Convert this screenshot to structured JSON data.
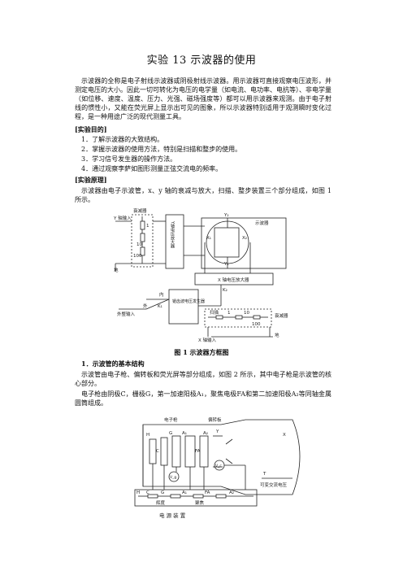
{
  "title": "实验 13    示波器的使用",
  "intro": "示波器的全称是电子射线示波器或阴极射线示波器。用示波器可直接观察电压波形，并测定电压的大小。因此一切可转化为电压的电学量（如电流、电功率、电抗等）、非电学量（如位移、速度、温度、压力、光强、磁场强度等）都可以用示波器来观测。由于电子射线的惯性小，又能在荧光屏上显示出可见的图象，所以示波器特别适用于观测瞬时变化过程，是一种用途广泛的现代测量工具。",
  "purpose_heading": "[实验目的]",
  "purposes": [
    "1．了解示波器的大致结构。",
    "2．掌握示波器的使用方法，特别是扫描和整步的使用。",
    "3．学习信号发生器的操作方法。",
    "4．通过观察李萨如图形测量正弦交流电的频率。"
  ],
  "principle_heading": "[实验原理]",
  "principle_text": "示波器由电子示波管，x、y 轴的衰减与放大，扫描、整步装置三个部分组成，如图 1 所示。",
  "figure1": {
    "caption": "图 1    示波器方框图",
    "labels": {
      "attenuator_top": "衰减器",
      "y_input": "Y 轴输入",
      "y_amp": "Y轴电压放大器",
      "scope": "示波器",
      "y2": "Y₂",
      "y1": "Y₁",
      "x1": "X₁",
      "x2": "X₂",
      "x_amp": "X 轴电压放大器",
      "k2": "K₂",
      "k1": "K₁",
      "inner": "内",
      "outer": "外",
      "ext_input": "外整输入",
      "sweep": "锯齿波电压发生器",
      "x_input": "X 轴输入",
      "attenuator_side": "衰减器",
      "ground": "地",
      "ground2": "地",
      "r1": "1",
      "r10": "10",
      "r100": "100",
      "sw_a": "扫描",
      "sw_b": "1",
      "sw_c": "10",
      "sw_d": "100"
    }
  },
  "sec1_heading": "1．示波管的基本结构",
  "sec1_text": "示波管由电子枪、偏转板和荧光屏等部分组成，如图 2 所示，其中电子枪是示波管的核心部分。",
  "sec1_text2": "电子枪由阴极C，栅极G，第一加速阳极A₁，聚焦电极FA和第二加速阳极A₂等同轴金属圆筒组成。",
  "figure2": {
    "labels": {
      "gun": "电子枪",
      "deflector": "偏转板",
      "h": "H",
      "c": "C",
      "g": "G",
      "a1": "A₁",
      "fa": "FA",
      "a2": "A₂",
      "y": "Y",
      "x": "X",
      "t": "T",
      "vg": "V_g",
      "vc": "V_c",
      "h2": "H",
      "c2": "C",
      "g2": "G",
      "a1b": "A₁",
      "fa2": "FA",
      "a2b": "A₂",
      "brightness": "辉度",
      "focus": "聚焦",
      "ac_label": "可变交流电压",
      "device": "电 源 装 置"
    }
  }
}
